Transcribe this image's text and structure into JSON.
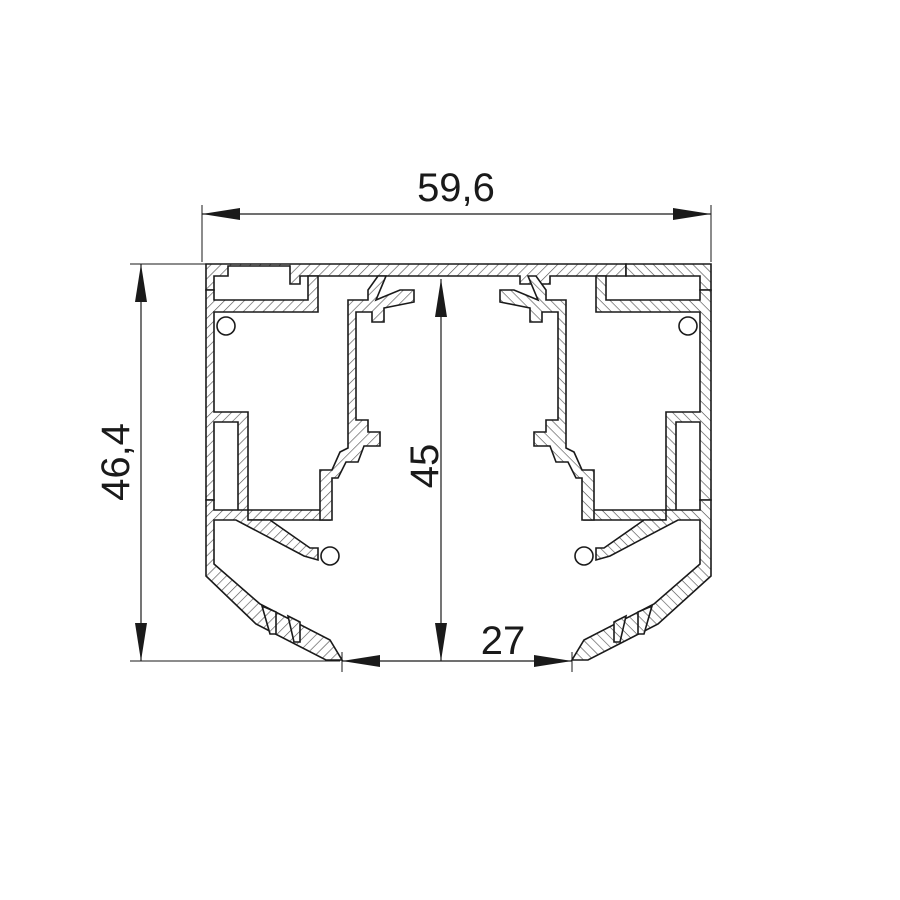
{
  "dimensions": {
    "overall_width": "59,6",
    "overall_height": "46,4",
    "inner_height": "45",
    "bottom_opening": "27"
  }
}
